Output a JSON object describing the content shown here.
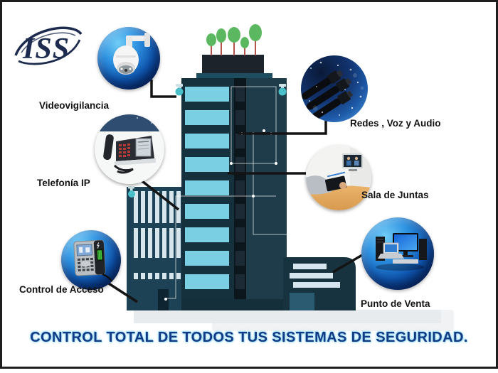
{
  "brand": {
    "logo_text": "ISS",
    "logo_icon": "swoosh-orbit-icon"
  },
  "tagline": "CONTROL TOTAL DE TODOS TUS SISTEMAS DE SEGURIDAD.",
  "features": [
    {
      "id": "videovigilancia",
      "label": "Videovigilancia",
      "icon": "ptz-camera-icon"
    },
    {
      "id": "telefonia-ip",
      "label": "Telefonía IP",
      "icon": "ip-phone-icon"
    },
    {
      "id": "control-de-acceso",
      "label": "Control de Acceso",
      "icon": "fingerprint-access-icon"
    },
    {
      "id": "redes-voz-audio",
      "label": "Redes , Voz y Audio",
      "icon": "network-cables-icon"
    },
    {
      "id": "sala-de-juntas",
      "label": "Sala de Juntas",
      "icon": "meeting-room-icon"
    },
    {
      "id": "punto-de-venta",
      "label": "Punto de Venta",
      "icon": "pos-computers-icon"
    }
  ],
  "building_icons": [
    "security-camera-icon",
    "rooftop-trees-icon"
  ],
  "colors": {
    "badge_sphere_light": "#72cdf6",
    "badge_sphere_dark": "#051f4b",
    "tower_body": "#15313e",
    "tower_right": "#1e3c4a",
    "window_cyan": "#7bcfe2",
    "wing_body": "#1d4255",
    "wing_slat": "#d6e6ec",
    "annex_body": "#16333f",
    "annex_stripe": "#d5e6ee",
    "tree_green": "#5cb860",
    "tree_trunk": "#b5534d",
    "roof_block": "#1c232a",
    "connector_black": "#141414",
    "tagline_navy": "#153a85",
    "tagline_glow": "#8fd9f2"
  }
}
